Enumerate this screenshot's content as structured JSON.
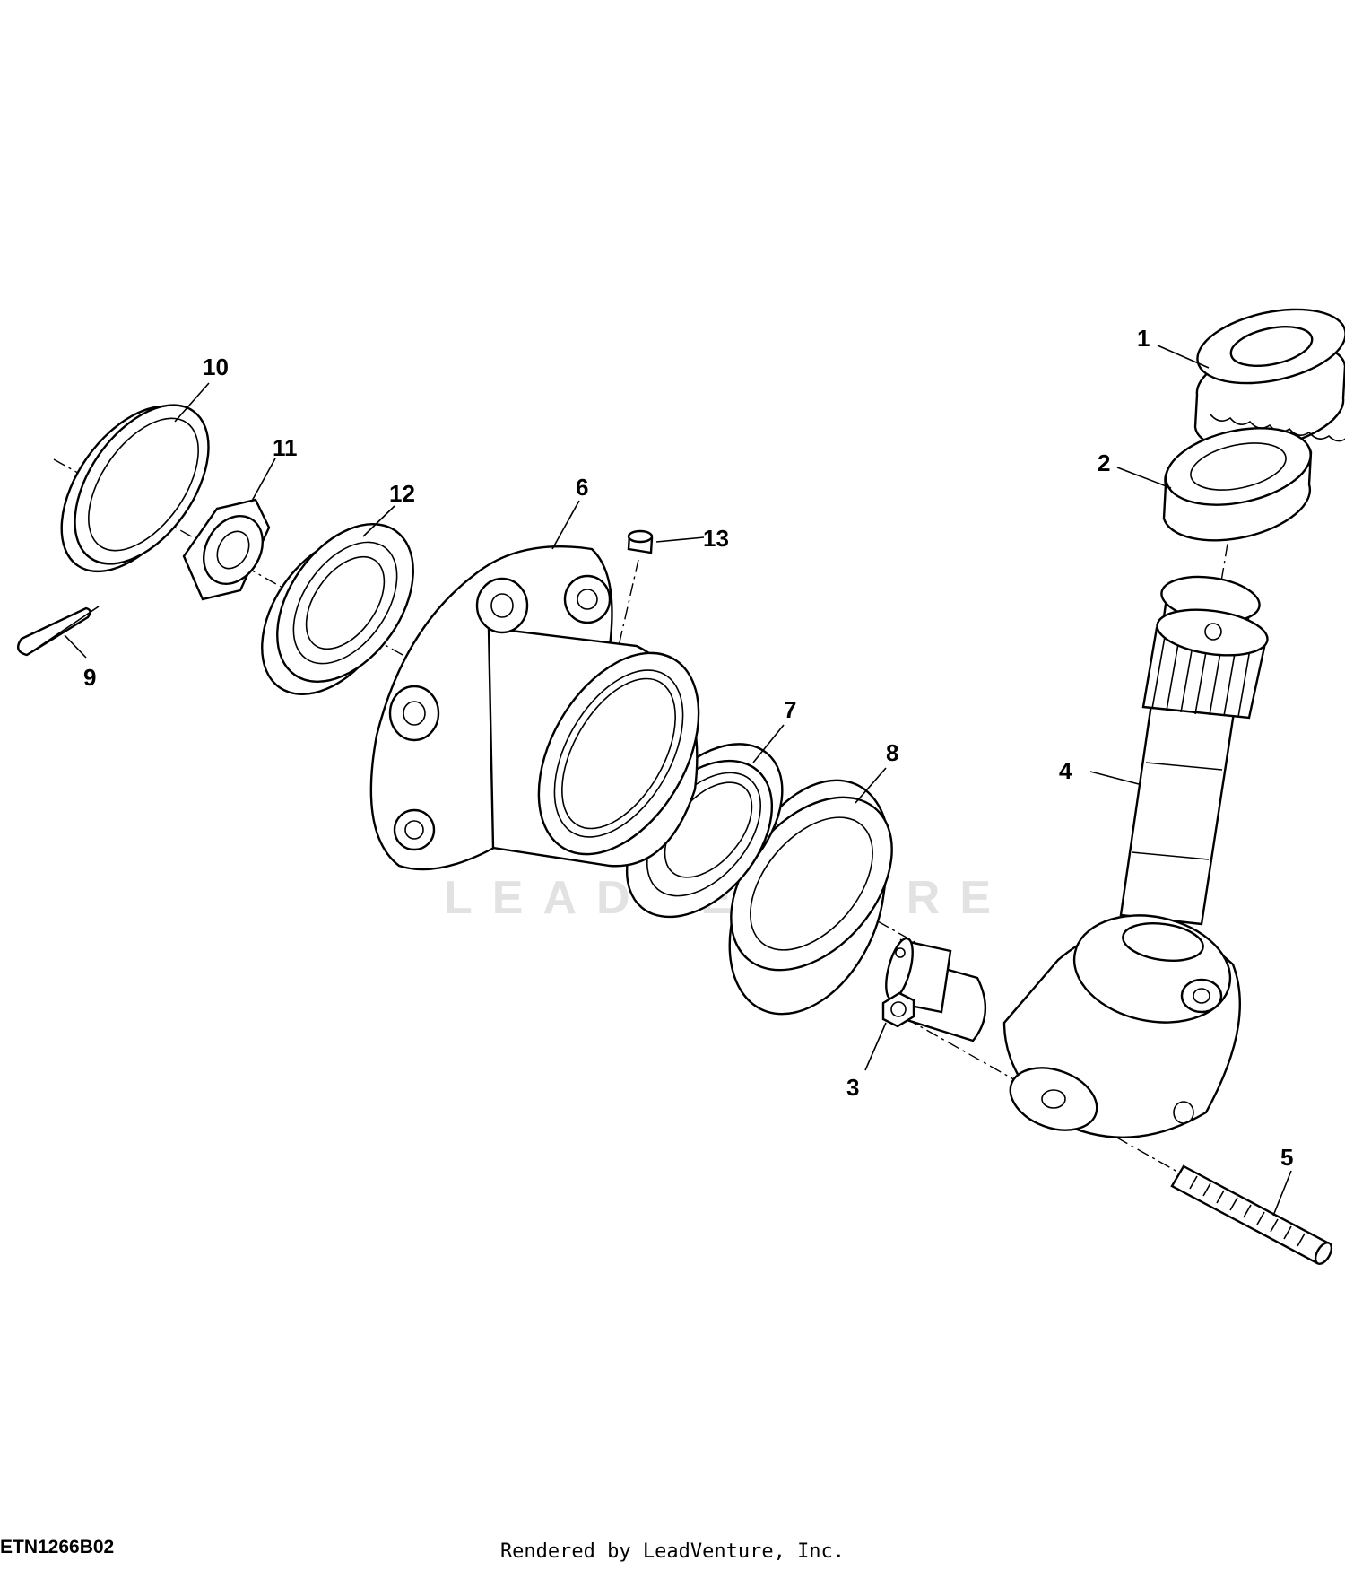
{
  "figure": {
    "id_label": "ETN1266B02",
    "credit": "Rendered by LeadVenture, Inc.",
    "watermark": "LEADVENTURE"
  },
  "callouts": {
    "c1": "1",
    "c2": "2",
    "c3": "3",
    "c4": "4",
    "c5": "5",
    "c6": "6",
    "c7": "7",
    "c8": "8",
    "c9": "9",
    "c10": "10",
    "c11": "11",
    "c12": "12",
    "c13": "13"
  }
}
